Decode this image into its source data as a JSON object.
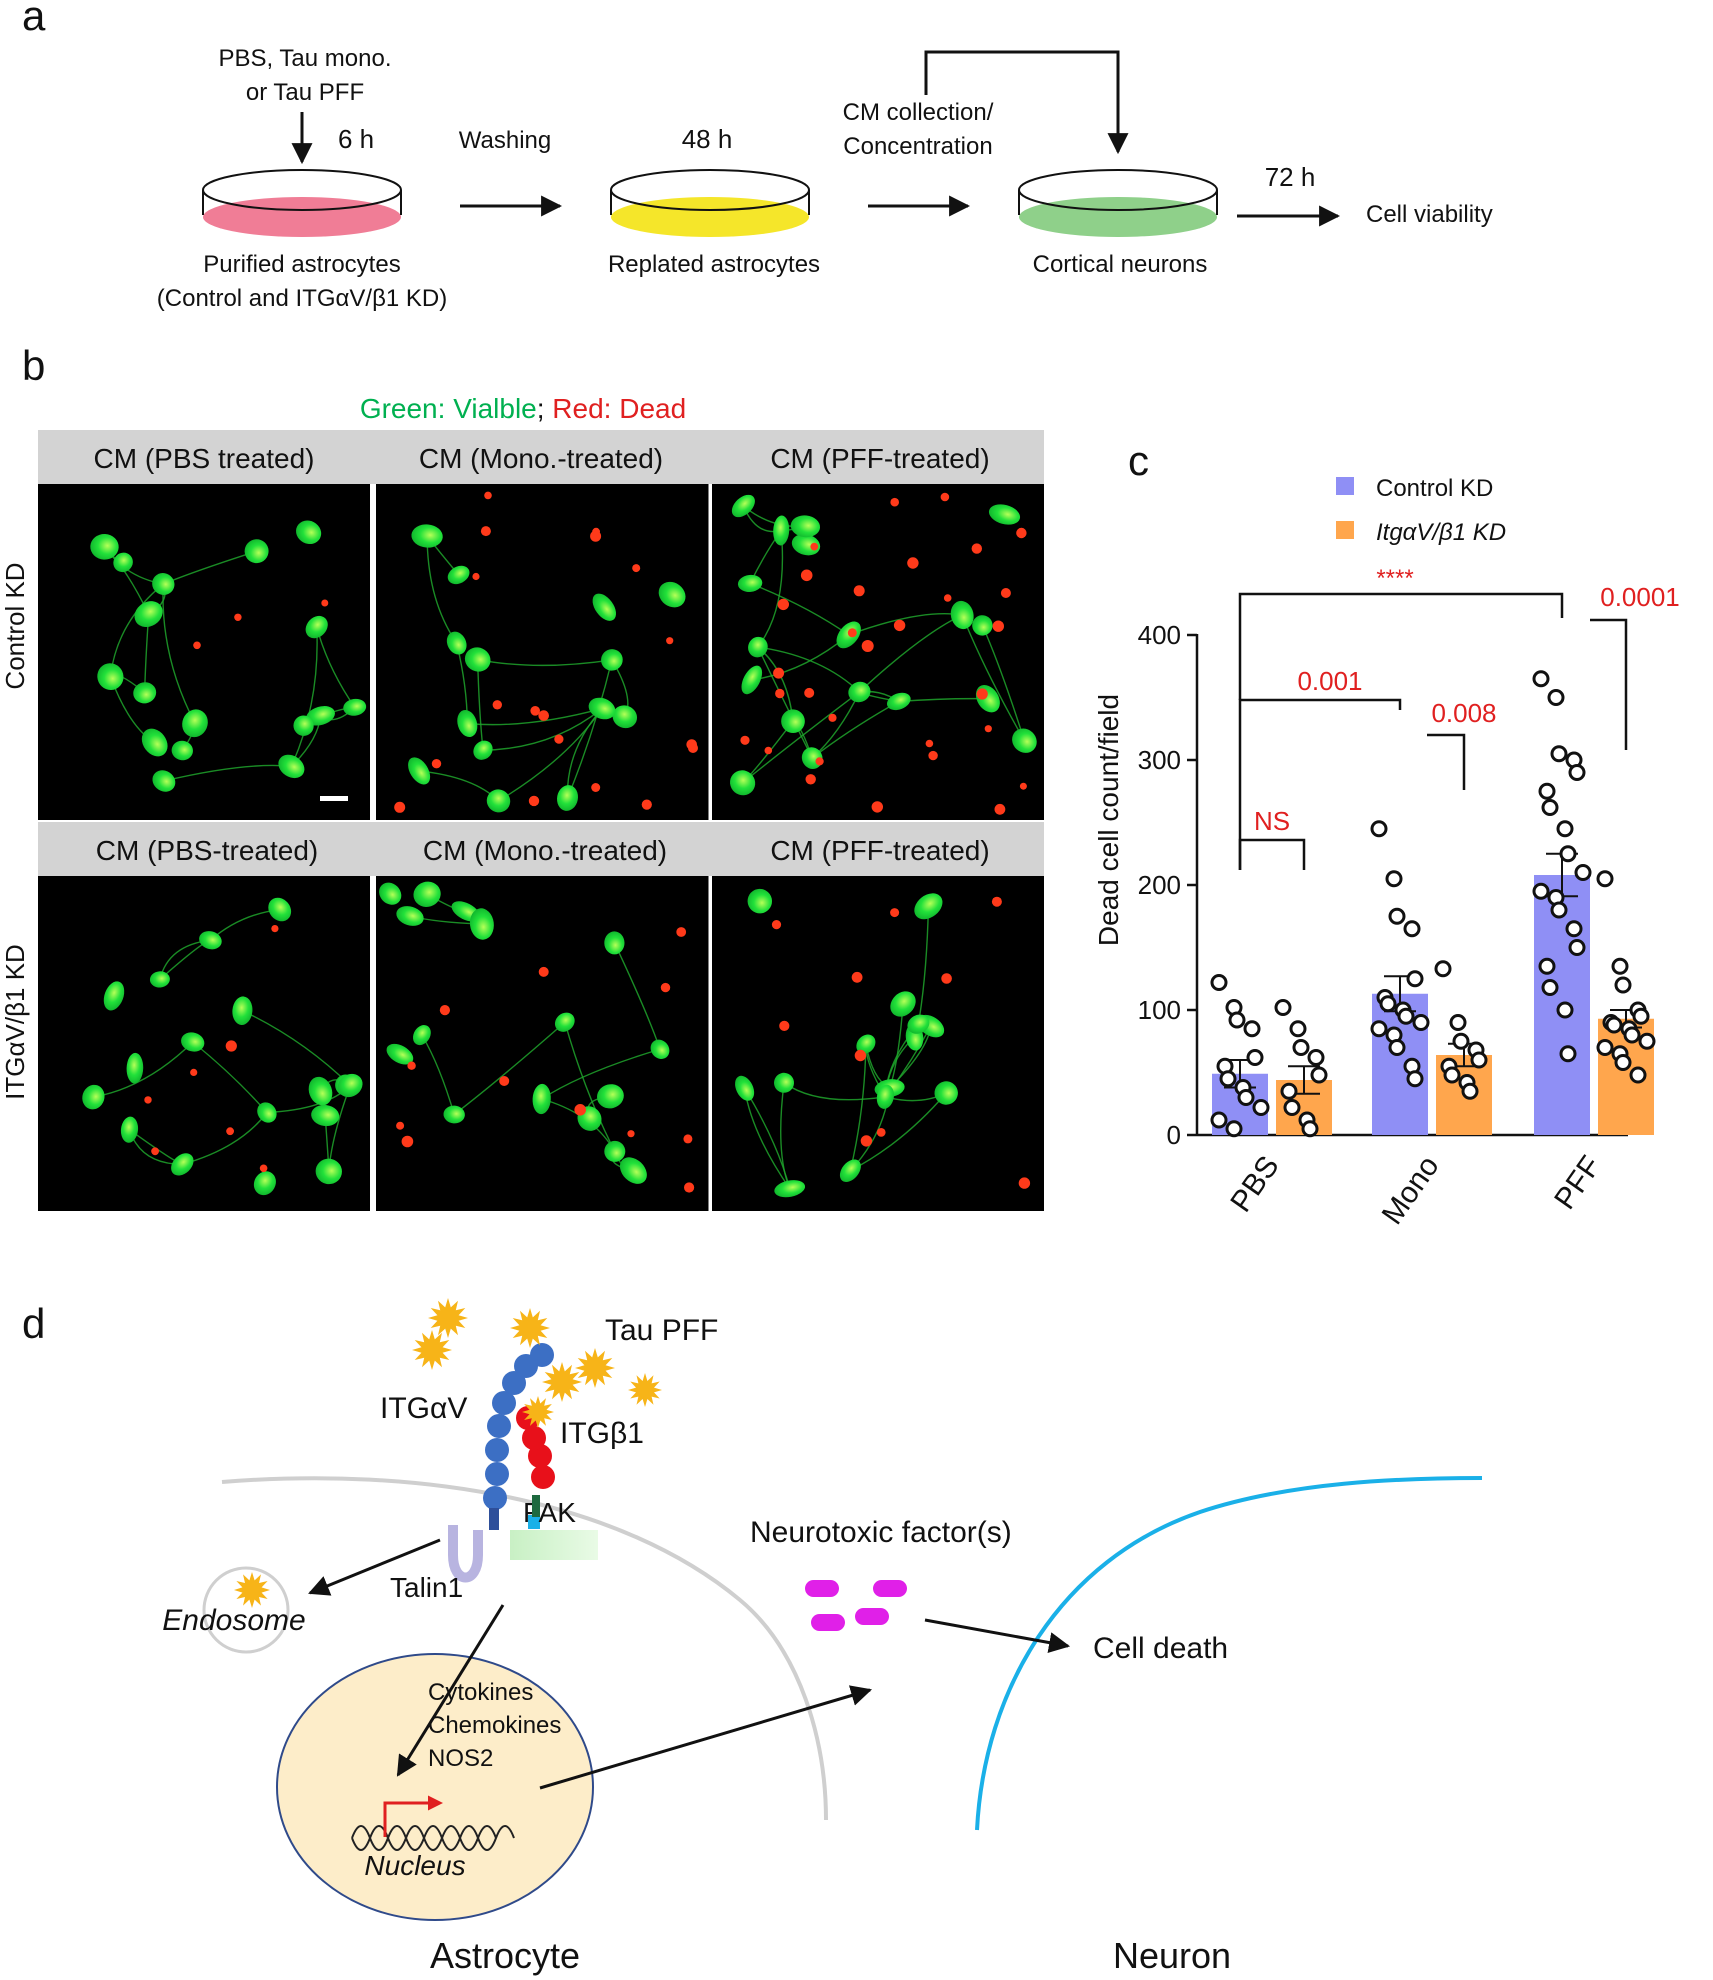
{
  "panels": {
    "a": "a",
    "b": "b",
    "c": "c",
    "d": "d"
  },
  "panel_a": {
    "treatment_line1": "PBS, Tau mono.",
    "treatment_line2": "or Tau PFF",
    "time1": "6 h",
    "washing": "Washing",
    "time2": "48 h",
    "cm_line1": "CM collection/",
    "cm_line2": "Concentration",
    "time3": "72 h",
    "readout": "Cell viability",
    "dish1_line1": "Purified astrocytes",
    "dish1_line2": "(Control and ITGαV/β1 KD)",
    "dish2": "Replated astrocytes",
    "dish3": "Cortical neurons",
    "colors": {
      "dish1": "#f07d96",
      "dish2": "#f5e62a",
      "dish3": "#8fd08a"
    }
  },
  "panel_b": {
    "legend_green": "Green: Vialble",
    "legend_sep": ";",
    "legend_red": " Red: Dead",
    "row1_label": "Control KD",
    "row2_label": "ITGαV/β1 KD",
    "row1_headers": [
      "CM (PBS treated)",
      "CM (Mono.-treated)",
      "CM (PFF-treated)"
    ],
    "row2_headers": [
      "CM (PBS-treated)",
      "CM (Mono.-treated)",
      "CM (PFF-treated)"
    ]
  },
  "chart_data": {
    "type": "bar",
    "categories": [
      "PBS",
      "Mono",
      "PFF"
    ],
    "ylabel": "Dead cell count/field",
    "ylim": [
      0,
      400
    ],
    "yticks": [
      0,
      100,
      200,
      300,
      400
    ],
    "legend": [
      "Control KD",
      "ItgαV/β1 KD"
    ],
    "series": [
      {
        "name": "Control KD",
        "color": "#8f8ff5",
        "values": [
          49,
          113,
          208
        ],
        "sem": [
          11,
          14,
          17
        ],
        "points": [
          [
            122,
            102,
            92,
            85,
            62,
            55,
            45,
            38,
            30,
            22,
            12,
            5
          ],
          [
            245,
            205,
            175,
            165,
            125,
            110,
            105,
            100,
            95,
            90,
            85,
            80,
            70,
            55,
            45
          ],
          [
            365,
            350,
            305,
            300,
            290,
            275,
            262,
            245,
            225,
            210,
            195,
            190,
            180,
            165,
            150,
            135,
            118,
            100,
            65
          ]
        ]
      },
      {
        "name": "ItgαV/β1 KD",
        "color": "#ffa64d",
        "values": [
          44,
          64,
          93
        ],
        "sem": [
          11,
          9,
          7
        ],
        "points": [
          [
            102,
            85,
            70,
            62,
            48,
            35,
            22,
            12,
            5
          ],
          [
            133,
            90,
            75,
            68,
            60,
            55,
            48,
            42,
            35
          ],
          [
            205,
            135,
            120,
            100,
            95,
            90,
            88,
            85,
            80,
            75,
            70,
            65,
            58,
            48
          ]
        ]
      }
    ],
    "significance": [
      {
        "label": "NS",
        "pair": "PBS Control KD vs PBS ItgαV/β1 KD"
      },
      {
        "label": "0.001",
        "pair": "PBS Control KD vs Mono Control KD"
      },
      {
        "label": "0.008",
        "pair": "Mono Control KD vs Mono ItgαV/β1 KD"
      },
      {
        "label": "****",
        "pair": "PBS Control KD vs PFF Control KD"
      },
      {
        "label": "0.0001",
        "pair": "PFF Control KD vs PFF ItgαV/β1 KD"
      }
    ]
  },
  "panel_d": {
    "tau_pff": "Tau PFF",
    "itgav": "ITGαV",
    "itgb1": "ITGβ1",
    "fak": "FAK",
    "talin": "Talin1",
    "endosome": "Endosome",
    "cyt1": "Cytokines",
    "cyt2": "Chemokines",
    "cyt3": "NOS2",
    "nucleus": "Nucleus",
    "neurotoxic": "Neurotoxic factor(s)",
    "cell_death": "Cell death",
    "astrocyte": "Astrocyte",
    "neuron": "Neuron"
  }
}
